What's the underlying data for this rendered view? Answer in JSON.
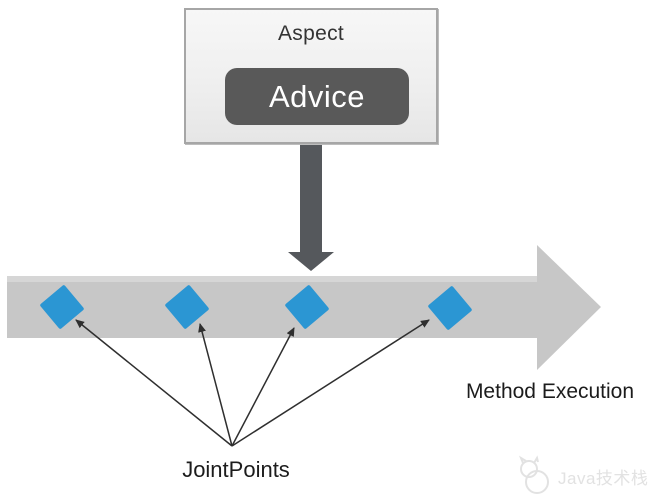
{
  "diagram": {
    "aspect": {
      "title": "Aspect",
      "advice_label": "Advice"
    },
    "labels": {
      "method_execution": "Method Execution",
      "jointpoints": "JointPoints"
    },
    "jointpoint_count": 4,
    "watermark": {
      "text": "Java技术栈",
      "logo_icon": "cat-logo-icon"
    },
    "colors": {
      "diamond_blue": "#2b96d3",
      "band_gray": "#c7c7c7",
      "band_highlight": "#d6d6d6",
      "dark_arrow": "#55585c",
      "advice_bg": "#595959",
      "thin_arrow": "#2f2f2f",
      "watermark_gray": "#e2e2e2"
    }
  }
}
